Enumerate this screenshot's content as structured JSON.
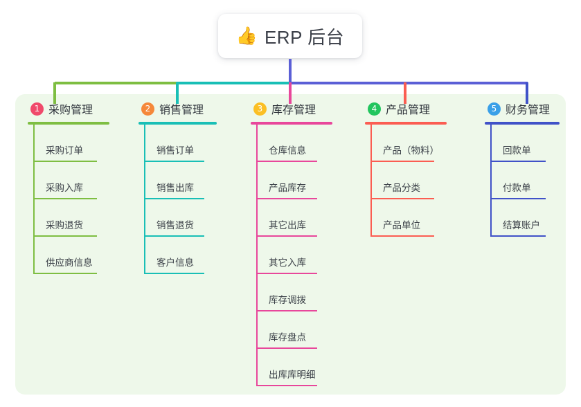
{
  "title": {
    "icon": "thumbs-up-icon",
    "emoji": "👍",
    "text": "ERP 后台"
  },
  "theme": {
    "panel_bg": "#eef8ea",
    "page_bg": "#ffffff",
    "text": "#3a3f47",
    "center_stem": "#5b5fd6"
  },
  "columns": [
    {
      "number": "1",
      "label": "采购管理",
      "color": "#7ebe42",
      "badge_color": "#f04a6b",
      "items": [
        "采购订单",
        "采购入库",
        "采购退货",
        "供应商信息"
      ]
    },
    {
      "number": "2",
      "label": "销售管理",
      "color": "#19bfb6",
      "badge_color": "#f5883a",
      "items": [
        "销售订单",
        "销售出库",
        "销售退货",
        "客户信息"
      ]
    },
    {
      "number": "3",
      "label": "库存管理",
      "color": "#e8479b",
      "badge_color": "#fbbf24",
      "items": [
        "仓库信息",
        "产品库存",
        "其它出库",
        "其它入库",
        "库存调拨",
        "库存盘点",
        "出库库明细"
      ]
    },
    {
      "number": "4",
      "label": "产品管理",
      "color": "#fb5d52",
      "badge_color": "#22c55e",
      "items": [
        "产品（物料）",
        "产品分类",
        "产品单位"
      ]
    },
    {
      "number": "5",
      "label": "财务管理",
      "color": "#4052c8",
      "badge_color": "#3aa0e8",
      "items": [
        "回款单",
        "付款单",
        "结算账户"
      ]
    }
  ],
  "connector": {
    "segments": [
      {
        "name": "green-left",
        "color": "#7ebe42"
      },
      {
        "name": "teal-mid",
        "color": "#19bfb6"
      },
      {
        "name": "blue-right",
        "color": "#5b5fd6"
      }
    ],
    "drops": [
      "#7ebe42",
      "#19bfb6",
      "#e8479b",
      "#fb5d52",
      "#4052c8"
    ]
  }
}
